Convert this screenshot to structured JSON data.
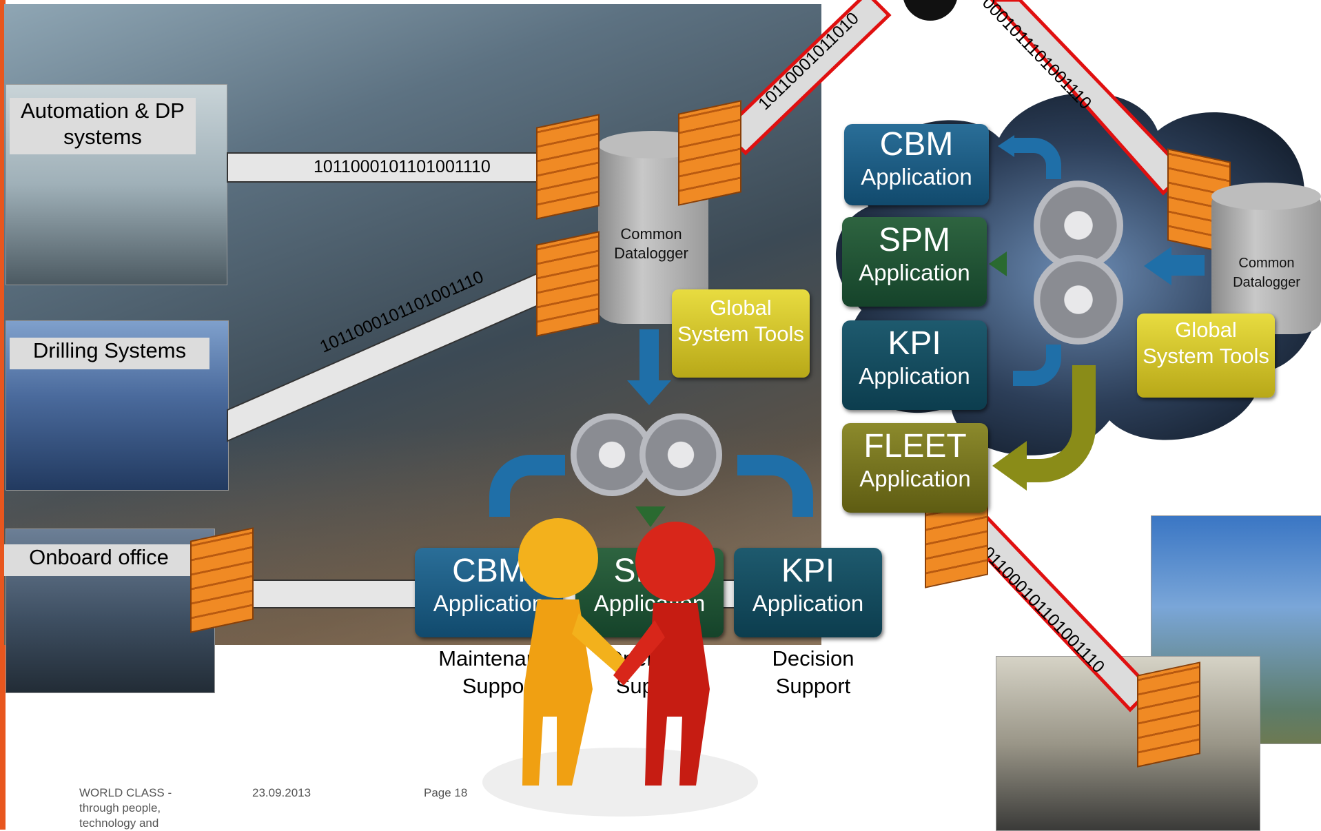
{
  "left_panel": {
    "automation_label": "Automation & DP systems",
    "drilling_label": "Drilling Systems",
    "office_label": "Onboard office",
    "binary_strings": [
      "1011000101101001110",
      "1011000101101001110"
    ]
  },
  "onboard": {
    "datalogger_label": "Common Datalogger",
    "tools_label": "Global System Tools",
    "apps": [
      {
        "title": "CBM",
        "subtitle": "Application",
        "support": "Maintenance Support"
      },
      {
        "title": "SPM",
        "subtitle": "Application",
        "support": "Operation Support"
      },
      {
        "title": "KPI",
        "subtitle": "Application",
        "support": "Decision Support"
      }
    ]
  },
  "cloud": {
    "datalogger_label": "Common Datalogger",
    "tools_label": "Global System Tools",
    "apps": [
      {
        "title": "CBM",
        "subtitle": "Application"
      },
      {
        "title": "SPM",
        "subtitle": "Application"
      },
      {
        "title": "KPI",
        "subtitle": "Application"
      },
      {
        "title": "FLEET",
        "subtitle": "Application"
      }
    ]
  },
  "links": {
    "uplink_left": "10110001011010",
    "uplink_right": "0001011101001110",
    "downlink": "1011000101101001110"
  },
  "footer": {
    "tagline": "WORLD CLASS - through people, technology and",
    "date": "23.09.2013",
    "page": "Page 18"
  },
  "colors": {
    "accent": "#e8561e",
    "firewall": "#f08a24",
    "link_red": "#e01010"
  }
}
